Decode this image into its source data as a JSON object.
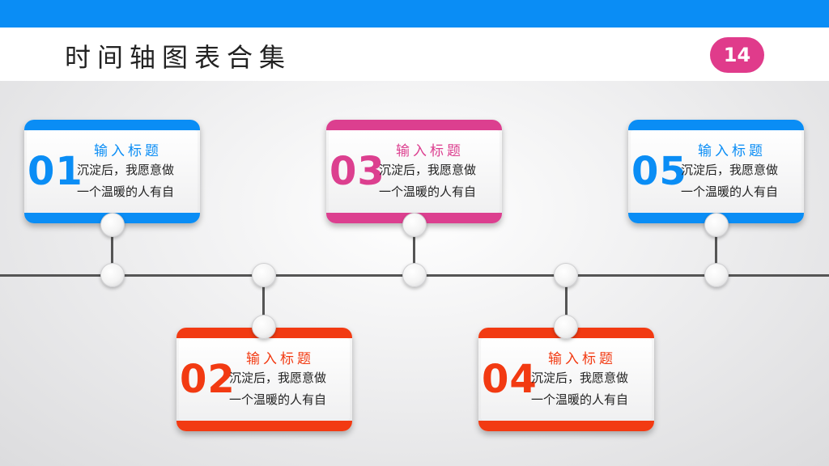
{
  "header": {
    "title": "时间轴图表合集",
    "page_number": "14"
  },
  "colors": {
    "top_bar": "#0a8df5",
    "blue": "#0a8df5",
    "magenta": "#dc3f8f",
    "red": "#f23a12",
    "badge": "#e03b8b",
    "line": "#555555"
  },
  "timeline": {
    "items": [
      {
        "number": "01",
        "heading": "输入标题",
        "line1": "沉淀后，我愿意做",
        "line2": "一个温暖的人有自",
        "color": "blue"
      },
      {
        "number": "02",
        "heading": "输入标题",
        "line1": "沉淀后，我愿意做",
        "line2": "一个温暖的人有自",
        "color": "red"
      },
      {
        "number": "03",
        "heading": "输入标题",
        "line1": "沉淀后，我愿意做",
        "line2": "一个温暖的人有自",
        "color": "magenta"
      },
      {
        "number": "04",
        "heading": "输入标题",
        "line1": "沉淀后，我愿意做",
        "line2": "一个温暖的人有自",
        "color": "red"
      },
      {
        "number": "05",
        "heading": "输入标题",
        "line1": "沉淀后，我愿意做",
        "line2": "一个温暖的人有自",
        "color": "blue"
      }
    ]
  }
}
